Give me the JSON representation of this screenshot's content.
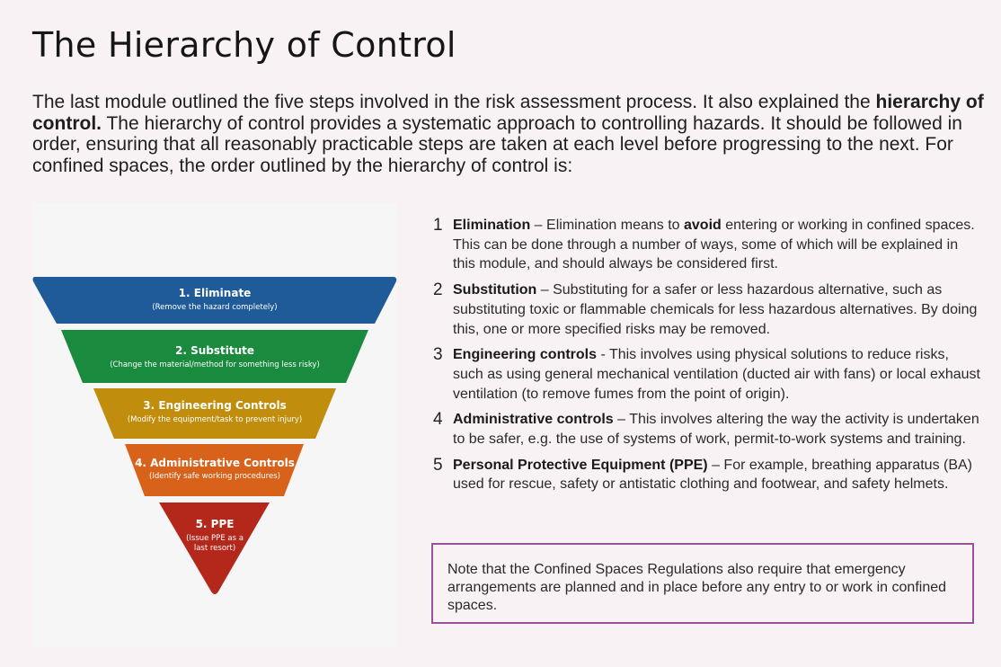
{
  "page": {
    "title": "The Hierarchy of Control",
    "intro": {
      "before": "The last module outlined the five steps involved in the risk assessment process. It also explained the ",
      "bold": "hierarchy of control.",
      "after": " The hierarchy of control provides a systematic approach to controlling hazards. It should be followed in order, ensuring that all reasonably practicable steps are taken at each level before progressing to the next. For confined spaces, the order outlined by the hierarchy of control is:"
    }
  },
  "pyramid": {
    "tiers": [
      {
        "title": "1. Eliminate",
        "subtitle": [
          "(Remove the hazard completely)"
        ],
        "color": "#1f5b99"
      },
      {
        "title": "2. Substitute",
        "subtitle": [
          "(Change the material/method for something less risky)"
        ],
        "color": "#1a8a3e"
      },
      {
        "title": "3. Engineering Controls",
        "subtitle": [
          "(Modify the equipment/task to prevent injury)"
        ],
        "color": "#c08d0c"
      },
      {
        "title": "4. Administrative Controls",
        "subtitle": [
          "(Identify safe working procedures)"
        ],
        "color": "#d9621b"
      },
      {
        "title": "5. PPE",
        "subtitle": [
          "(Issue PPE as a",
          "last resort)"
        ],
        "color": "#b4281c"
      }
    ]
  },
  "steps": [
    {
      "num": "1",
      "title": "Elimination",
      "sep": " – ",
      "text_before": "Elimination means to ",
      "text_bold": "avoid",
      "text_after": " entering or working in confined spaces. This can be done through a number of ways, some of which will be explained in this module, and should always be considered first."
    },
    {
      "num": "2",
      "title": "Substitution",
      "sep": " – ",
      "text_before": "Substituting for a safer or less hazardous alternative, such as substituting toxic or flammable chemicals for less hazardous alternatives. By doing this, one or more specified risks may be removed.",
      "text_bold": "",
      "text_after": ""
    },
    {
      "num": "3",
      "title": "Engineering controls",
      "sep": " - ",
      "text_before": "This involves using physical solutions to reduce risks, such as using general mechanical ventilation (ducted air with fans) or local exhaust ventilation (to remove fumes from the point of origin).",
      "text_bold": "",
      "text_after": ""
    },
    {
      "num": "4",
      "title": "Administrative controls",
      "sep": " – ",
      "text_before": "This involves altering the way the activity is undertaken to be safer, e.g. the use of systems of work, permit-to-work systems and training.",
      "text_bold": "",
      "text_after": ""
    },
    {
      "num": "5",
      "title": "Personal Protective Equipment (PPE)",
      "sep": " – ",
      "text_before": "For example, breathing apparatus (BA) used for rescue, safety or antistatic clothing and footwear, and safety helmets.",
      "text_bold": "",
      "text_after": ""
    }
  ],
  "note": {
    "text": "Note that the Confined Spaces Regulations also require that emergency arrangements are planned and in place before any entry to or work in confined spaces.",
    "border_color": "#9a509b"
  }
}
